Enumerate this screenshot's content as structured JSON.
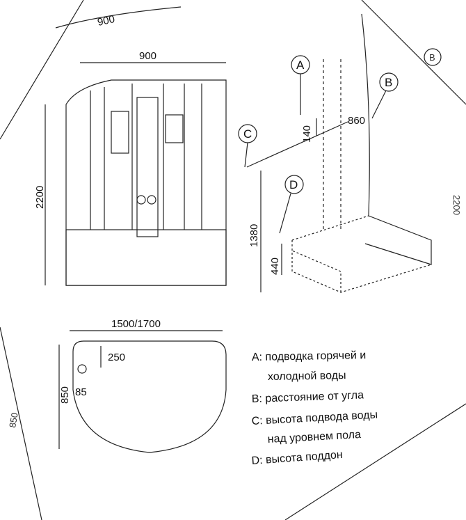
{
  "front_view": {
    "width_top": "900",
    "width_front": "900",
    "height": "2200"
  },
  "connection_view": {
    "markers": [
      "A",
      "B",
      "C",
      "D"
    ],
    "dim_140": "140",
    "dim_860": "860",
    "dim_1380": "1380",
    "dim_440": "440"
  },
  "tray_plan": {
    "width": "1500/1700",
    "depth": "850",
    "drain_offset": "250",
    "drain_diameter": "85"
  },
  "legend": [
    "A: подводка горячей и",
    "холодной воды",
    "B: расстояние от угла",
    "C: высота подвода воды",
    "над  уровнем пола",
    "D: высота поддон"
  ],
  "edge_fragments": {
    "right_height": "2200",
    "left_depth": "850",
    "right_marker": "B"
  }
}
